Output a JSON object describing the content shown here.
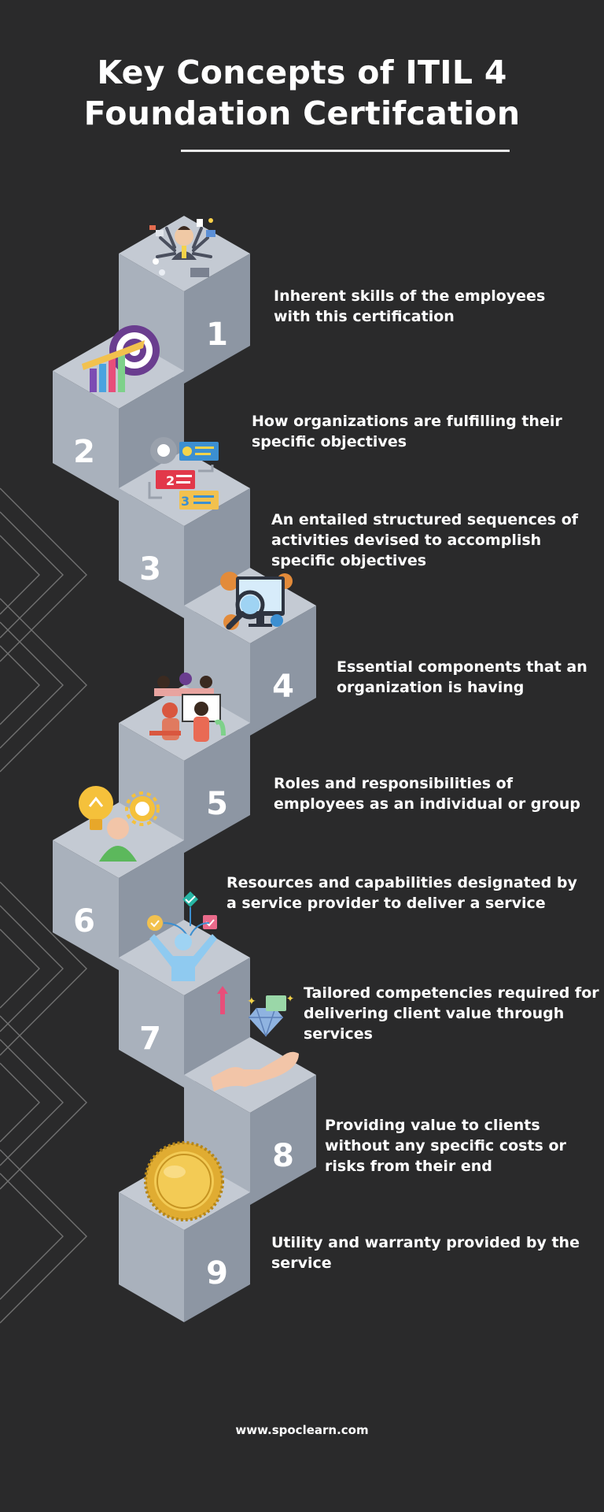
{
  "header": {
    "title_line1": "Key Concepts of ITIL 4",
    "title_line2": "Foundation Certifcation"
  },
  "steps": [
    {
      "number": "1",
      "text": "Inherent skills of the employees with this certification",
      "icon": "multitasking-businessman-icon"
    },
    {
      "number": "2",
      "text": "How organizations are fulfilling their specific objectives",
      "icon": "target-growth-chart-icon"
    },
    {
      "number": "3",
      "text": "An entailed structured sequences of activities devised to accomplish specific objectives",
      "icon": "process-steps-icon"
    },
    {
      "number": "4",
      "text": "Essential components that an organization is having",
      "icon": "monitor-analysis-icon"
    },
    {
      "number": "5",
      "text": "Roles and responsibilities of employees as an individual or group",
      "icon": "team-meeting-icon"
    },
    {
      "number": "6",
      "text": "Resources and capabilities designated by a service provider to deliver a service",
      "icon": "idea-person-icon"
    },
    {
      "number": "7",
      "text": "Tailored competencies required for delivering client value through services",
      "icon": "skills-person-icon"
    },
    {
      "number": "8",
      "text": "Providing value to clients without any specific costs or risks from their end",
      "icon": "hand-diamond-icon"
    },
    {
      "number": "9",
      "text": "Utility and warranty provided by the service",
      "icon": "gold-medal-icon"
    }
  ],
  "footer": {
    "url": "www.spoclearn.com"
  },
  "colors": {
    "background": "#2a2a2b",
    "cube_top": "#c4cad3",
    "cube_left": "#a9b1bc",
    "cube_right": "#8d96a3",
    "text": "#ffffff"
  }
}
